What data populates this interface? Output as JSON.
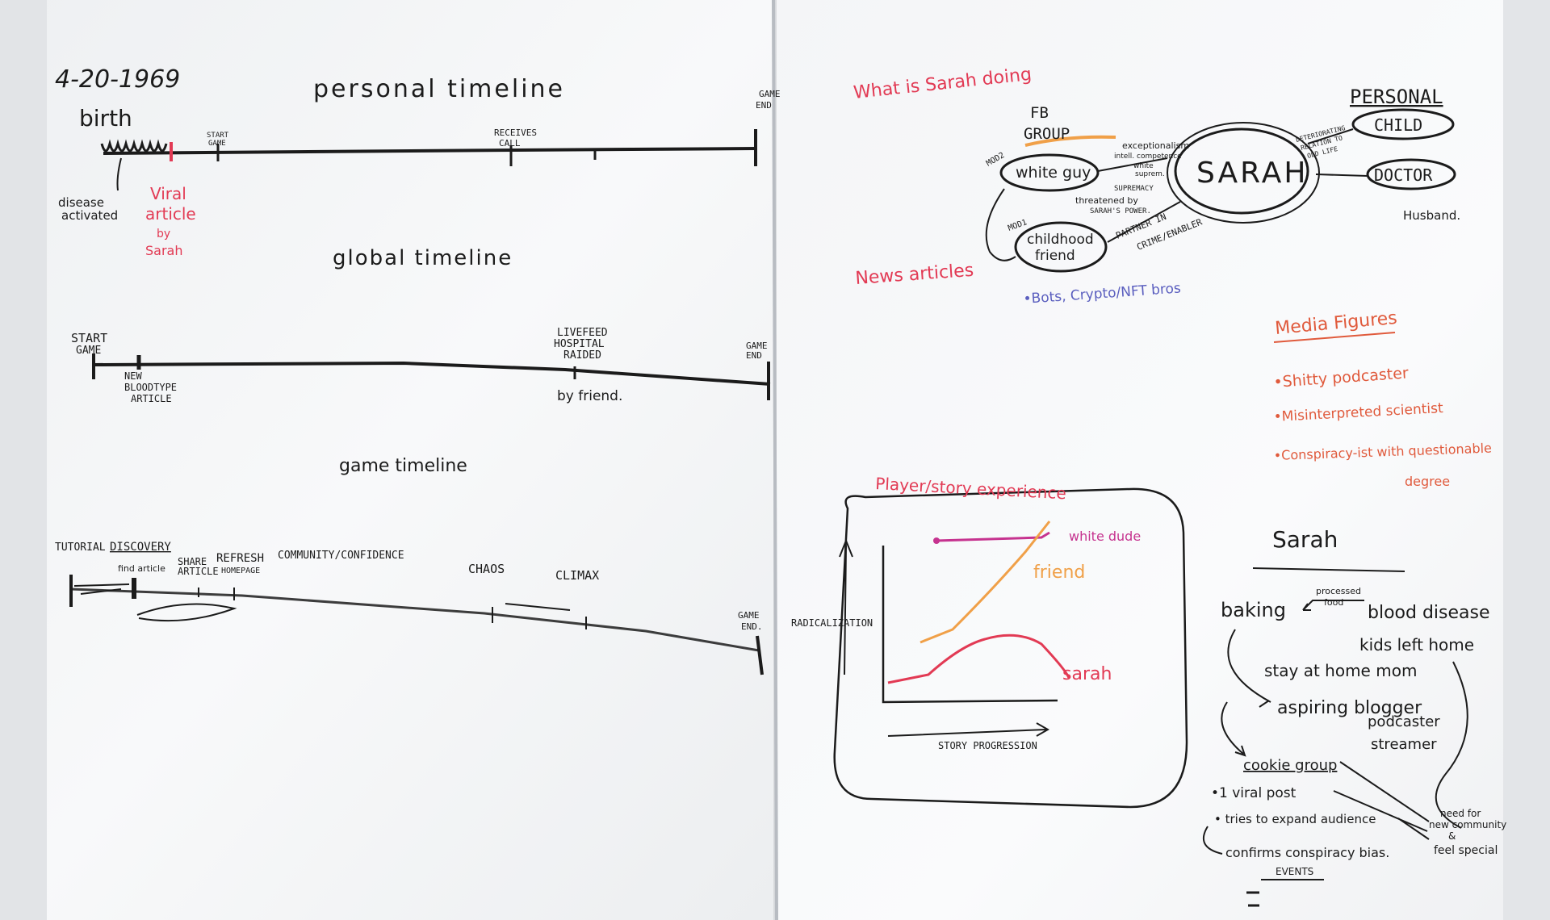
{
  "colors": {
    "ink": "#1b1b1b",
    "red": "#e23a54",
    "orange_red": "#e05a3c",
    "orange": "#f0a048",
    "magenta": "#c6338f",
    "blue": "#5b5fbf",
    "board": "#f7f8f9"
  },
  "left": {
    "date": "4-20-1969",
    "personal": {
      "title": "personal timeline",
      "birth": "birth",
      "start_game": [
        "START",
        "GAME"
      ],
      "receives_call": [
        "RECEIVES",
        "CALL"
      ],
      "game_end": [
        "GAME",
        "END"
      ],
      "disease_activated": [
        "disease",
        "activated"
      ],
      "viral_article": [
        "Viral",
        "article",
        "by",
        "Sarah"
      ]
    },
    "global": {
      "title": "global timeline",
      "start_game": [
        "START",
        "GAME"
      ],
      "new_bloodtype": [
        "NEW",
        "BLOODTYPE",
        "ARTICLE"
      ],
      "livefeed": [
        "LIVEFEED",
        "HOSPITAL",
        "RAIDED"
      ],
      "by_friend": "by friend.",
      "game_end": [
        "GAME",
        "END"
      ]
    },
    "game": {
      "title": "game timeline",
      "tutorial": "TUTORIAL",
      "discovery": "DISCOVERY",
      "find_article": "find article",
      "share_article": [
        "SHARE",
        "ARTICLE"
      ],
      "refresh_homepage": [
        "REFRESH",
        "HOMEPAGE"
      ],
      "community": "COMMUNITY/CONFIDENCE",
      "chaos": "CHAOS",
      "climax": "CLIMAX",
      "game_end": [
        "GAME",
        "END."
      ]
    }
  },
  "right": {
    "what_is_sarah_doing": "What is Sarah doing",
    "fb_group": [
      "FB",
      "GROUP"
    ],
    "white_guy": "white guy",
    "mod2": "MOD2",
    "mod1": "MOD1",
    "childhood_friend": [
      "childhood",
      "friend"
    ],
    "exceptionalism": [
      "exceptionalism",
      "intell. competence",
      "white",
      "suprem."
    ],
    "supremacy": "SUPREMACY",
    "threatened": [
      "threatened by",
      "SARAH'S POWER."
    ],
    "partner_in_crime": [
      "PARTNER IN",
      "CRIME/ENABLER"
    ],
    "sarah": "SARAH",
    "personal": "PERSONAL",
    "child": "CHILD",
    "doctor": "DOCTOR",
    "husband": "Husband.",
    "deteriorating": [
      "DETERIORATING",
      "RELATION TO",
      "OLD LIFE"
    ],
    "news_articles": "News articles",
    "bots": "•Bots, Crypto/NFT bros",
    "media_figures": {
      "title": "Media Figures",
      "items": [
        "•Shitty podcaster",
        "•Misinterpreted scientist",
        "•Conspiracy-ist with questionable",
        "degree"
      ]
    },
    "chart_box": {
      "title": "Player/story experience",
      "y_label": "RADICALIZATION",
      "x_label": "STORY PROGRESSION",
      "series": [
        "white dude",
        "friend",
        "sarah"
      ]
    },
    "sarah_block": {
      "title": "Sarah",
      "baking": "baking",
      "processed_food": [
        "processed",
        "food"
      ],
      "blood_disease": "blood disease",
      "kids_left_home": "kids left home",
      "stay_at_home": "stay at home mom",
      "aspiring": "aspiring blogger",
      "podcaster": "podcaster",
      "streamer": "streamer",
      "cookie_group": "cookie group",
      "viral_post": "•1 viral post",
      "tries": "• tries to expand audience",
      "confirms": "confirms conspiracy bias.",
      "events": "EVENTS",
      "need_for": [
        "need for",
        "new community",
        "&",
        "feel special"
      ]
    }
  }
}
